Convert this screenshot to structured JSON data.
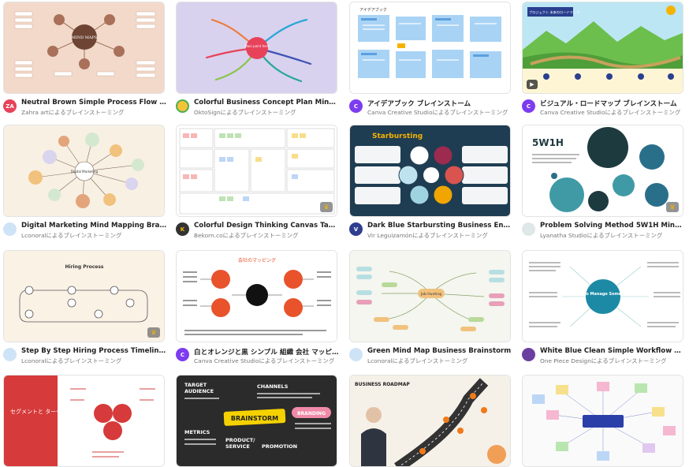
{
  "cards": [
    {
      "title": "Neutral Brown Simple Process Flow Mind M...",
      "author": "Zahra artによるブレインストーミング",
      "avatar_text": "ZA",
      "avatar_color": "#e8425a",
      "thumb_text": "MIND MAPS",
      "badge": "none"
    },
    {
      "title": "Colorful Business Concept Plan Mind Map",
      "author": "OktoSignによるブレインストーミング",
      "avatar_text": "",
      "avatar_color": "#f3c33a",
      "thumb_text": "Main point here",
      "badge": "none"
    },
    {
      "title": "アイデアブック ブレインストーム",
      "author": "Canva Creative Studioによるブレインストーミング",
      "avatar_text": "C",
      "avatar_color": "#7d3cf0",
      "thumb_text": "アイデアブック",
      "badge": "none"
    },
    {
      "title": "ビジュアル・ロードマップ ブレインストーム",
      "author": "Canva Creative Studioによるブレインストーミング",
      "avatar_text": "C",
      "avatar_color": "#7d3cf0",
      "thumb_text": "プロジェクト 未来のロードマップ",
      "badge": "play"
    },
    {
      "title": "Digital Marketing Mind Mapping Brainstorm",
      "author": "Lconoralによるブレインストーミング",
      "avatar_text": "",
      "avatar_color": "#cfe3f7",
      "thumb_text": "Digital Marketing",
      "badge": "none"
    },
    {
      "title": "Colorful Design Thinking Canvas Table Brai...",
      "author": "Bekorn.coによるブレインストーミング",
      "avatar_text": "K",
      "avatar_color": "#333333",
      "thumb_text": "",
      "badge": "crown"
    },
    {
      "title": "Dark Blue Starbursting Business English Bra...",
      "author": "Vir Leguizamónによるブレインストーミング",
      "avatar_text": "V",
      "avatar_color": "#2f3e8f",
      "thumb_text": "Starbursting",
      "badge": "none"
    },
    {
      "title": "Problem Solving Method 5W1H Mind Map B...",
      "author": "Lyanatha Studioによるブレインストーミング",
      "avatar_text": "",
      "avatar_color": "#dfe8e8",
      "thumb_text": "5W1H",
      "badge": "crown"
    },
    {
      "title": "Step By Step Hiring Process Timeline Brains...",
      "author": "Lconoralによるブレインストーミング",
      "avatar_text": "",
      "avatar_color": "#cfe3f7",
      "thumb_text": "Hiring Process",
      "badge": "crown"
    },
    {
      "title": "白とオレンジと黒 シンプル 組織 会社 マッピング",
      "author": "Canva Creative Studioによるブレインストーミング",
      "avatar_text": "C",
      "avatar_color": "#7d3cf0",
      "thumb_text": "会社のマッピング",
      "badge": "none"
    },
    {
      "title": "Green Mind Map Business Brainstorm",
      "author": "Lconoralによるブレインストーミング",
      "avatar_text": "",
      "avatar_color": "#cfe3f7",
      "thumb_text": "Job Hunting",
      "badge": "none"
    },
    {
      "title": "White Blue Clean Simple Workflow Mind Ma...",
      "author": "One Piece Designによるブレインストーミング",
      "avatar_text": "",
      "avatar_color": "#6b3fa0",
      "thumb_text": "How to Manage Something",
      "badge": "none"
    },
    {
      "title": "",
      "author": "",
      "avatar_text": "",
      "avatar_color": "#ffffff",
      "thumb_text": "セグメントと ターゲット",
      "badge": "none"
    },
    {
      "title": "",
      "author": "",
      "avatar_text": "",
      "avatar_color": "#ffffff",
      "thumb_text": "BRAINSTORM",
      "badge": "none"
    },
    {
      "title": "",
      "author": "",
      "avatar_text": "",
      "avatar_color": "#ffffff",
      "thumb_text": "BUSINESS ROADMAP",
      "badge": "none"
    },
    {
      "title": "",
      "author": "",
      "avatar_text": "",
      "avatar_color": "#ffffff",
      "thumb_text": "",
      "badge": "none"
    }
  ]
}
